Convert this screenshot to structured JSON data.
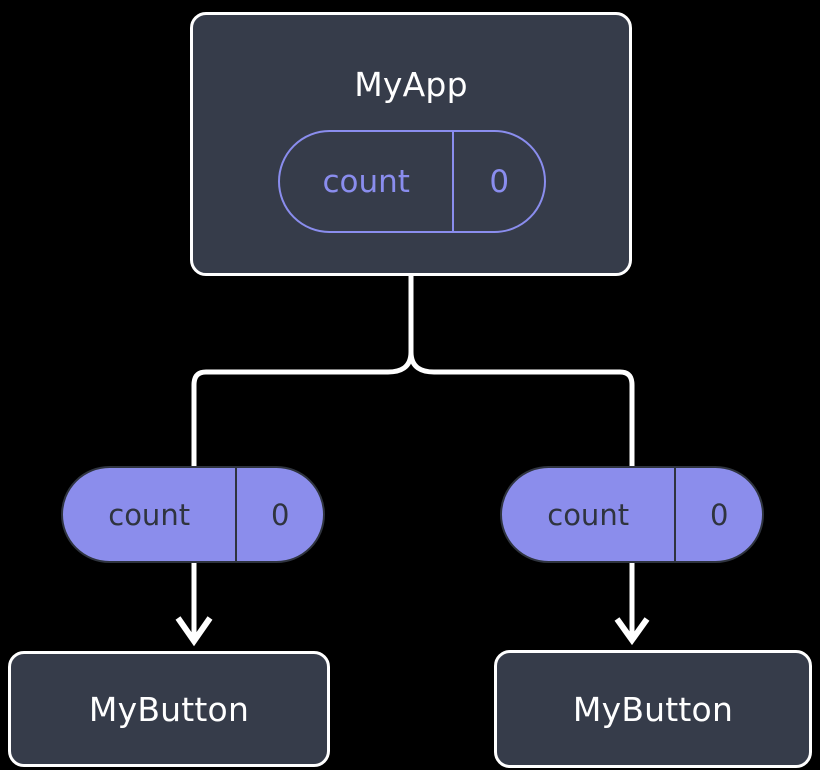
{
  "diagram": {
    "title": "MyApp widget tree with count state",
    "background_color": "#000000",
    "widget_box_fill": "#363c4a",
    "widget_box_border": "#ffffff",
    "accent_purple": "#8b8dec",
    "pill_text_dark": "#2f343f",
    "wire_color": "#ffffff"
  },
  "root": {
    "label": "MyApp",
    "state": {
      "key": "count",
      "value": "0"
    }
  },
  "branches": [
    {
      "state": {
        "key": "count",
        "value": "0"
      },
      "child": {
        "label": "MyButton"
      }
    },
    {
      "state": {
        "key": "count",
        "value": "0"
      },
      "child": {
        "label": "MyButton"
      }
    }
  ]
}
